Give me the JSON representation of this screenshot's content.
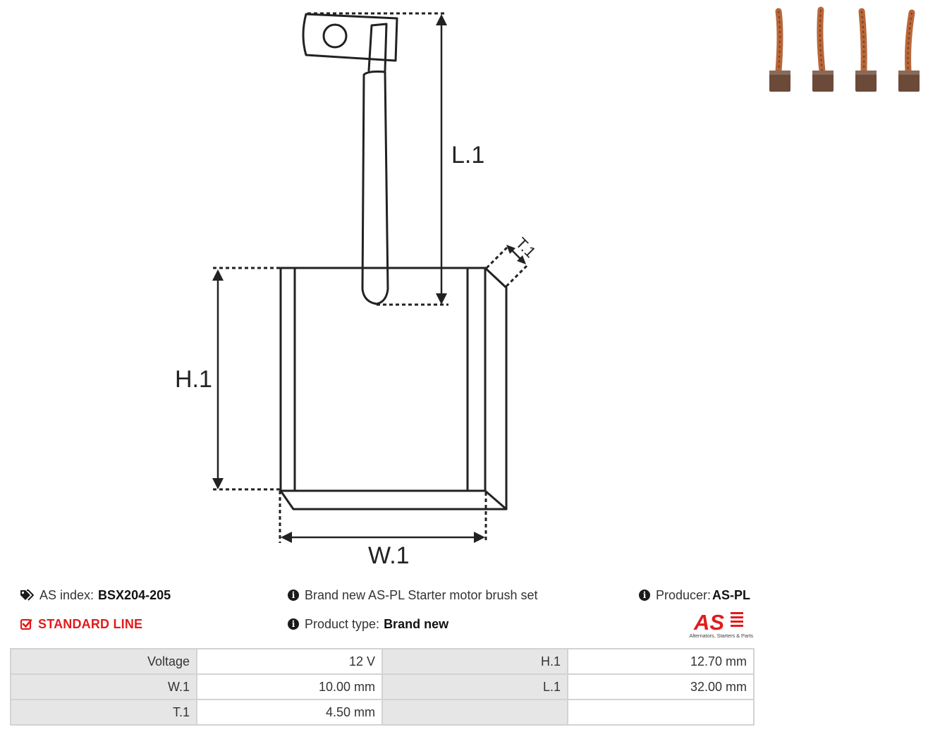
{
  "diagram": {
    "labels": {
      "l1": "L.1",
      "h1": "H.1",
      "w1": "W.1",
      "t1": "T.1"
    }
  },
  "info": {
    "as_index_label": "AS index:",
    "as_index_value": "BSX204-205",
    "line": "STANDARD LINE",
    "description": "Brand new AS-PL Starter motor brush set",
    "product_type_label": "Product type:",
    "product_type_value": "Brand new",
    "producer_label": "Producer:",
    "producer_value": "AS-PL",
    "logo_text": "AS",
    "logo_tagline": "Alternators, Starters & Parts"
  },
  "specs": {
    "rows": [
      {
        "k1": "Voltage",
        "v1": "12 V",
        "k2": "H.1",
        "v2": "12.70 mm"
      },
      {
        "k1": "W.1",
        "v1": "10.00 mm",
        "k2": "L.1",
        "v2": "32.00 mm"
      },
      {
        "k1": "T.1",
        "v1": "4.50 mm",
        "k2": "",
        "v2": ""
      }
    ]
  },
  "colors": {
    "accent_red": "#e21b1b",
    "copper": "#b8673a",
    "carbon": "#6b4a3a"
  },
  "icons": {
    "tags": "tags-icon",
    "check": "check-square-icon",
    "info": "info-circle-icon"
  }
}
